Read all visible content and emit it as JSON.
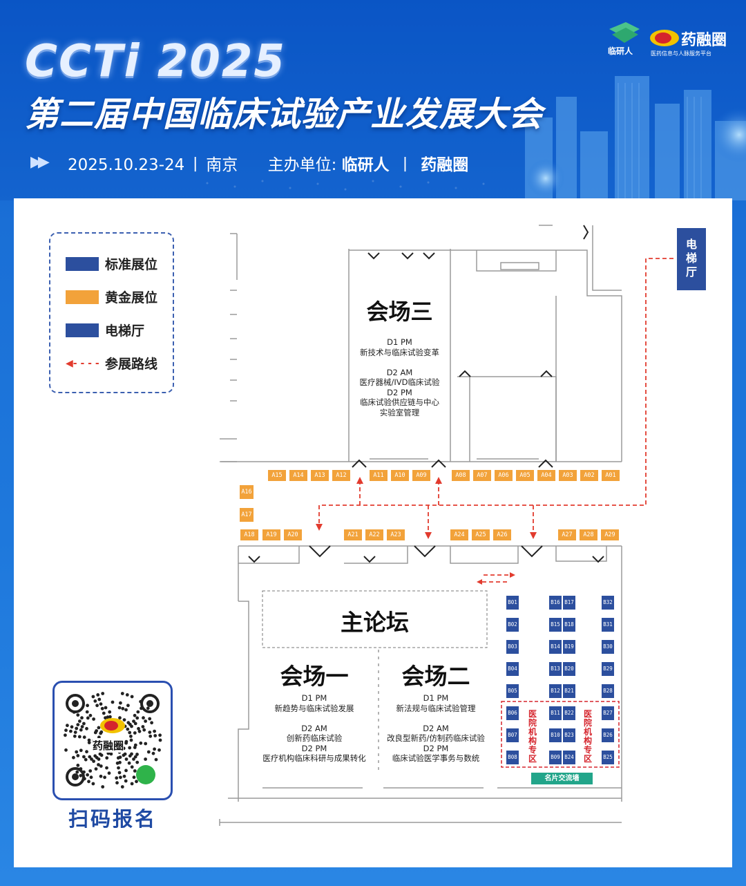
{
  "header": {
    "logo_text": "CCTi 2025",
    "title": "第二届中国临床试验产业发展大会",
    "date_place": "2025.10.23-24",
    "city": "南京",
    "organizer_label": "主办单位:",
    "organizer_1": "临研人",
    "organizer_2": "药融圈",
    "brand_1": "临研人",
    "brand_2": "药融圈",
    "brand_2_slogan": "医药信息与人脉服务平台"
  },
  "legend": {
    "items": [
      {
        "label": "标准展位",
        "color": "#2c4f9e"
      },
      {
        "label": "黄金展位",
        "color": "#f2a23a"
      },
      {
        "label": "电梯厅",
        "color": "#2c4f9e"
      },
      {
        "label": "参展路线",
        "color": "#e23b2e"
      }
    ]
  },
  "elevator": "电梯厅",
  "halls": {
    "hall3": {
      "name": "会场三",
      "lines": [
        "D1 PM",
        "新技术与临床试验变革",
        "",
        "D2 AM",
        "医疗器械/IVD临床试验",
        "D2 PM",
        "临床试验供应链与中心",
        "实验室管理"
      ]
    },
    "main_forum": {
      "name": "主论坛"
    },
    "hall1": {
      "name": "会场一",
      "lines": [
        "D1 PM",
        "新趋势与临床试验发展",
        "",
        "D2 AM",
        "创新药临床试验",
        "D2 PM",
        "医疗机构临床科研与成果转化"
      ]
    },
    "hall2": {
      "name": "会场二",
      "lines": [
        "D1 PM",
        "新法规与临床试验管理",
        "",
        "D2 AM",
        "改良型新药/仿制药临床试验",
        "D2 PM",
        "临床试验医学事务与数统"
      ]
    }
  },
  "gold_booths": [
    "A01",
    "A02",
    "A03",
    "A04",
    "A05",
    "A06",
    "A07",
    "A08",
    "A09",
    "A10",
    "A11",
    "A12",
    "A13",
    "A14",
    "A15",
    "A16",
    "A17",
    "A18",
    "A19",
    "A20",
    "A21",
    "A22",
    "A23",
    "A24",
    "A25",
    "A26",
    "A27",
    "A28",
    "A29"
  ],
  "standard_booths": [
    "B01",
    "B02",
    "B03",
    "B04",
    "B05",
    "B06",
    "B07",
    "B08",
    "B09",
    "B10",
    "B11",
    "B12",
    "B13",
    "B14",
    "B15",
    "B16",
    "B17",
    "B18",
    "B19",
    "B20",
    "B21",
    "B22",
    "B23",
    "B24",
    "B25",
    "B26",
    "B27",
    "B28",
    "B29",
    "B30",
    "B31",
    "B32"
  ],
  "hospital_zone": "医院机构专区",
  "card_wall": "名片交流墙",
  "qr": {
    "brand": "药融圈",
    "label": "扫码报名"
  },
  "colors": {
    "gold": "#f2a23a",
    "standard": "#2c4f9e",
    "route": "#e23b2e",
    "card_wall": "#22a58a"
  }
}
